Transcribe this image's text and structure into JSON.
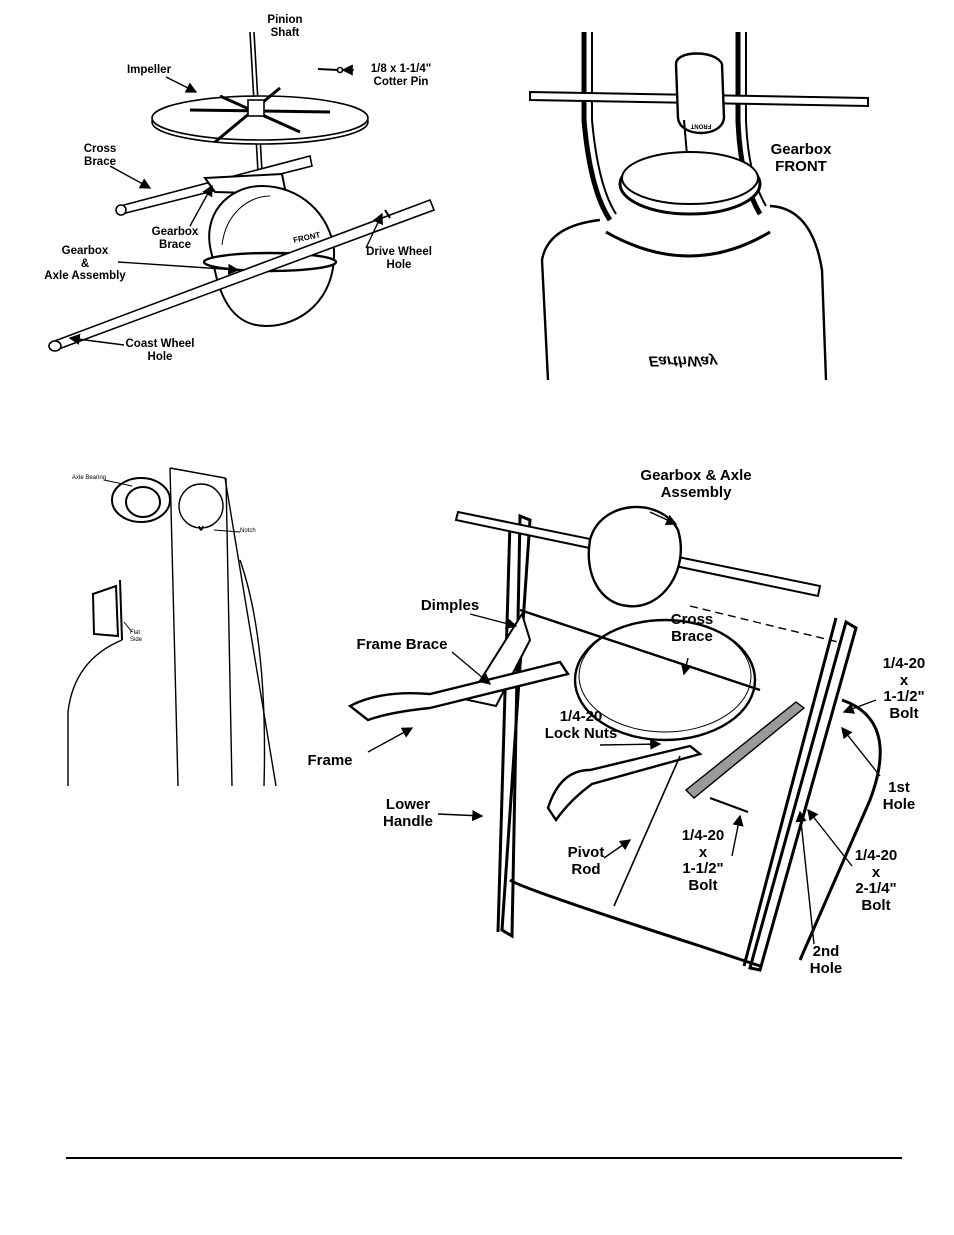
{
  "figure1": {
    "pinion_shaft": "Pinion\nShaft",
    "impeller": "Impeller",
    "cotter_pin": "1/8 x 1-1/4\"\nCotter Pin",
    "cross_brace": "Cross\nBrace",
    "gearbox_brace": "Gearbox\nBrace",
    "gearbox_axle": "Gearbox\n&\nAxle Assembly",
    "drive_wheel_hole": "Drive Wheel\nHole",
    "coast_wheel_hole": "Coast Wheel\nHole",
    "front_stamp": "FRONT"
  },
  "figure2": {
    "gearbox_front": "Gearbox\nFRONT",
    "front_stamp": "FRONT",
    "logo_text": "EarthWay"
  },
  "figure3": {
    "axle_bearing": "Axle Bearing",
    "notch": "Notch",
    "flat_side": "Flat\nSide"
  },
  "figure4": {
    "gearbox_axle": "Gearbox & Axle\nAssembly",
    "dimples": "Dimples",
    "cross_brace": "Cross\nBrace",
    "frame_brace": "Frame Brace",
    "bolt_right_top": "1/4-20\nx\n1-1/2\"\nBolt",
    "lock_nuts": "1/4-20\nLock Nuts",
    "frame": "Frame",
    "first_hole": "1st\nHole",
    "lower_handle": "Lower\nHandle",
    "bolt_center": "1/4-20\nx\n1-1/2\"\nBolt",
    "bolt_right_bottom": "1/4-20\nx\n2-1/4\"\nBolt",
    "pivot_rod": "Pivot\nRod",
    "second_hole": "2nd\nHole"
  },
  "colors": {
    "ink": "#000000",
    "paper": "#ffffff",
    "shade": "#9a9a9a"
  }
}
